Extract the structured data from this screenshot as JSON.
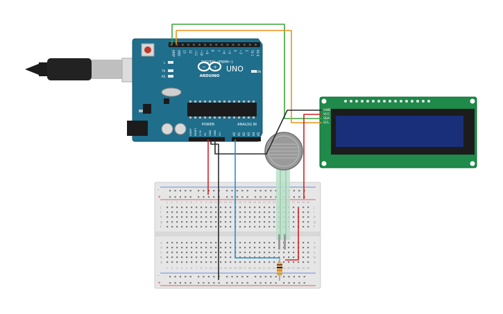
{
  "board": {
    "logo_text": "ARDUINO",
    "model": "UNO",
    "digital_header": "DIGITAL (PWM~)",
    "power_header": "POWER",
    "analog_header": "ANALOG IN",
    "on_label": "ON",
    "led_l": "L",
    "led_tx": "TX",
    "led_rx": "RX",
    "top_pins": [
      "AREF",
      "GND",
      "13",
      "12",
      "~11",
      "~10",
      "~9",
      "8",
      "7",
      "~6",
      "~5",
      "4",
      "~3",
      "2",
      "TX 1",
      "RX 0"
    ],
    "power_pins": [
      "IOREF",
      "RESET",
      "3.3V",
      "5V",
      "GND",
      "GND",
      "Vin"
    ],
    "analog_pins": [
      "A0",
      "A1",
      "A2",
      "A3",
      "A4",
      "A5"
    ]
  },
  "lcd": {
    "pins": [
      "GND",
      "VCC",
      "SDA",
      "SCL"
    ]
  },
  "breadboard": {
    "row_letters_top": [
      "j",
      "i",
      "h",
      "g",
      "f"
    ],
    "row_letters_bottom": [
      "e",
      "d",
      "c",
      "b",
      "a"
    ],
    "plus_sign": "+",
    "minus_sign": "-",
    "column_numbers": [
      1,
      2,
      3,
      4,
      5,
      6,
      7,
      8,
      9,
      10,
      11,
      12,
      13,
      14,
      15,
      16,
      17,
      18,
      19,
      20,
      21,
      22,
      23,
      24,
      25,
      26,
      27,
      28,
      29,
      30
    ]
  },
  "colors": {
    "board_blue": "#1f6e8c",
    "lcd_green": "#1f8a4a",
    "lcd_screen": "#1a2f7a",
    "wire_red": "#d42020",
    "wire_black": "#2a2a2a",
    "wire_blue": "#1f8fd6",
    "wire_green": "#3aa63a",
    "wire_orange": "#e8921c",
    "breadboard": "#e6e6e6"
  }
}
